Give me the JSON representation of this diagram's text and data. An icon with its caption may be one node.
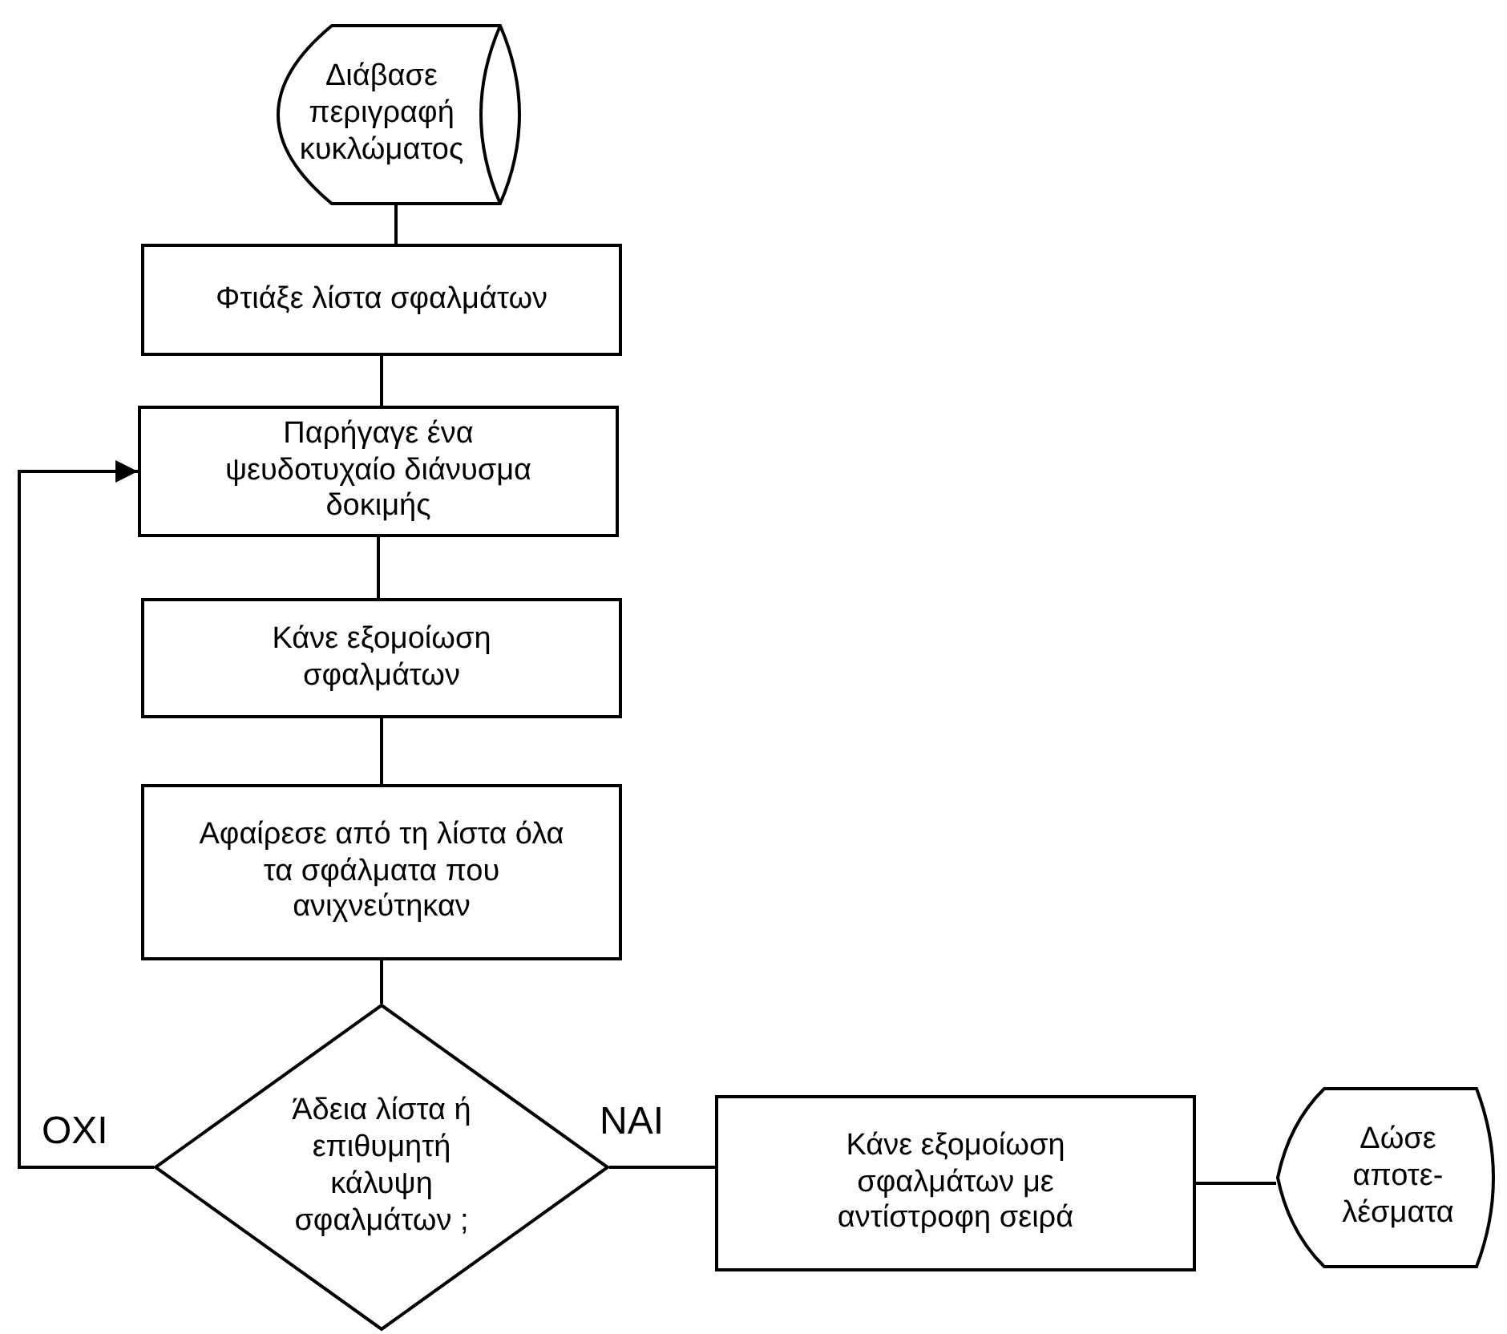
{
  "diagram": {
    "nodes": [
      {
        "text": [
          "Διάβασε περιγραφή κυκλώματος"
        ]
      },
      {
        "text": [
          "Φτιάξε λίστα σφαλμάτων"
        ]
      },
      {
        "text": [
          "Παρήγαγε ένα ψευδοτυχαίο διάνυσμα δοκιμής"
        ]
      },
      {
        "text": [
          "Κάνε εξομοίωση σφαλμάτων"
        ]
      },
      {
        "text": [
          "Αφαίρεσε από τη λίστα όλα τα σφάλματα που ανιχνεύτηκαν"
        ]
      },
      {
        "text": [
          "Άδεια λίστα ή επιθυμητή κάλυψη σφαλμάτων ;"
        ]
      },
      {
        "text": [
          "Κάνε εξομοίωση σφαλμάτων με αντίστροφη σειρά"
        ]
      },
      {
        "text": [
          "Δώσε αποτε- λέσματα"
        ]
      }
    ],
    "edges": [
      {
        "from": 0,
        "to": 1,
        "arrow": "none"
      },
      {
        "from": 1,
        "to": 2,
        "arrow": "none"
      },
      {
        "from": 2,
        "to": 3,
        "arrow": "none"
      },
      {
        "from": 3,
        "to": 4,
        "arrow": "none"
      },
      {
        "from": 4,
        "to": 5,
        "arrow": "none"
      },
      {
        "from": 5,
        "to": 2,
        "arrow": "to",
        "label": "ΟΧΙ"
      },
      {
        "from": 5,
        "to": 6,
        "arrow": "none",
        "label": "ΝΑΙ"
      },
      {
        "from": 6,
        "to": 7,
        "arrow": "none"
      }
    ]
  }
}
